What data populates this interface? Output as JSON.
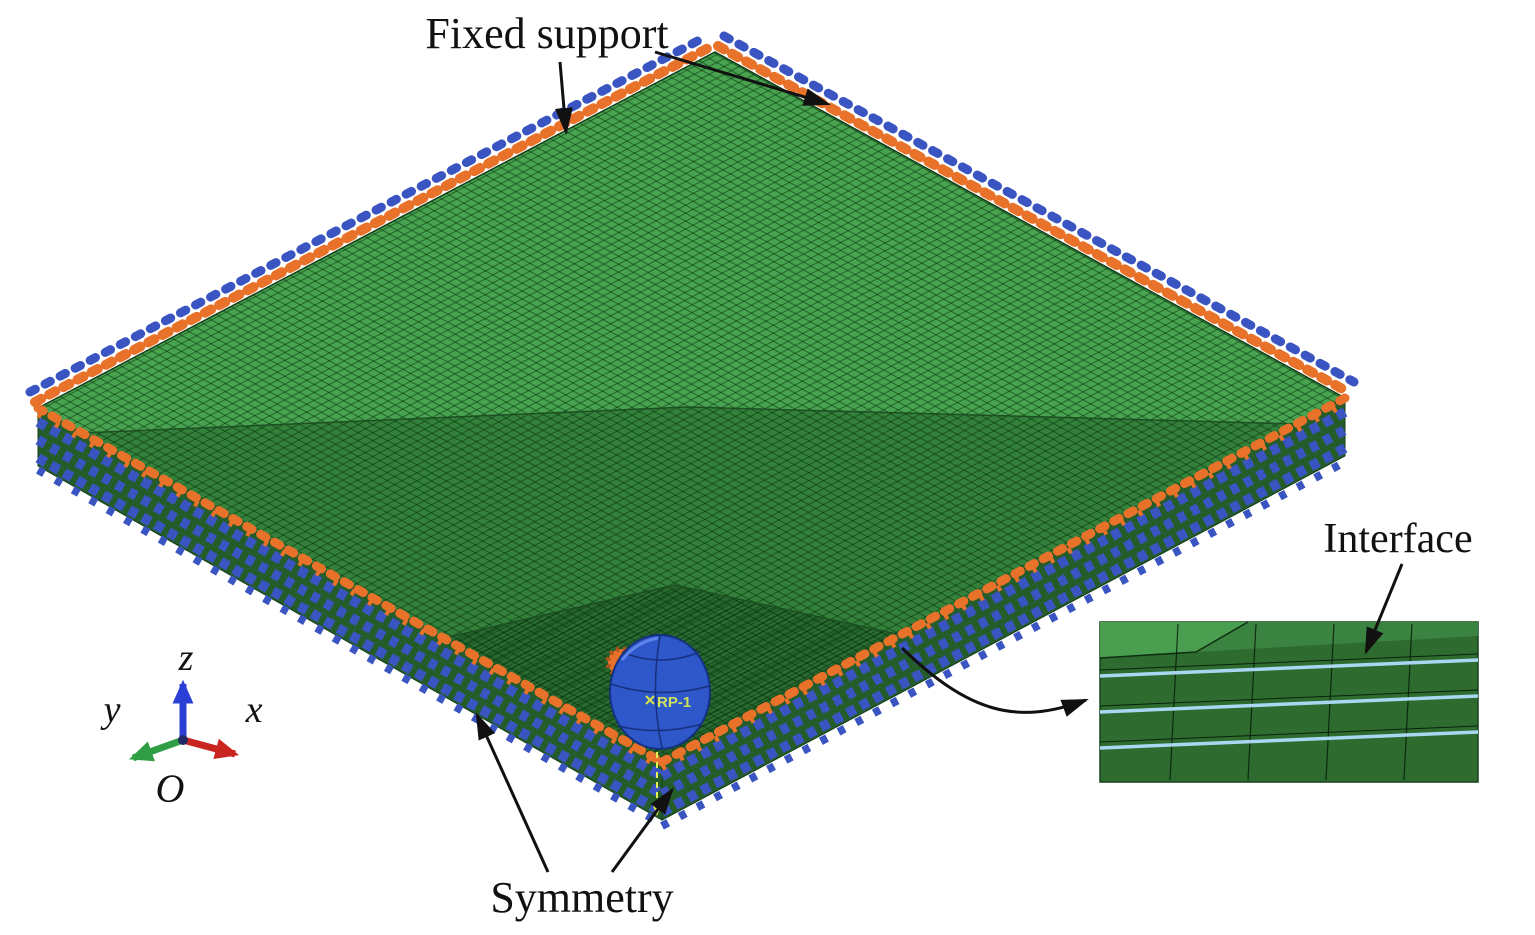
{
  "scene": {
    "labels": {
      "fixed_support": "Fixed support",
      "symmetry": "Symmetry",
      "interface": "Interface",
      "reference_point": "RP-1"
    },
    "triad": {
      "x": "x",
      "y": "y",
      "z": "z",
      "origin": "O"
    },
    "colors": {
      "plate_light_green": "#49a351",
      "plate_medium_green": "#34813b",
      "plate_dark_green": "#2a6b31",
      "plate_side_green": "#245c2a",
      "bc_orange": "#e8722a",
      "bc_blue": "#3a55c2",
      "impactor_blue": "#2e57c9",
      "interface_line_blue": "#a9d7f2",
      "inset_green": "#2d6b2f",
      "axis_x": "#c9241f",
      "axis_y": "#2f9e44",
      "axis_z": "#2b3fd6",
      "rp_text": "#cfe05a",
      "annotation": "#111111"
    }
  }
}
